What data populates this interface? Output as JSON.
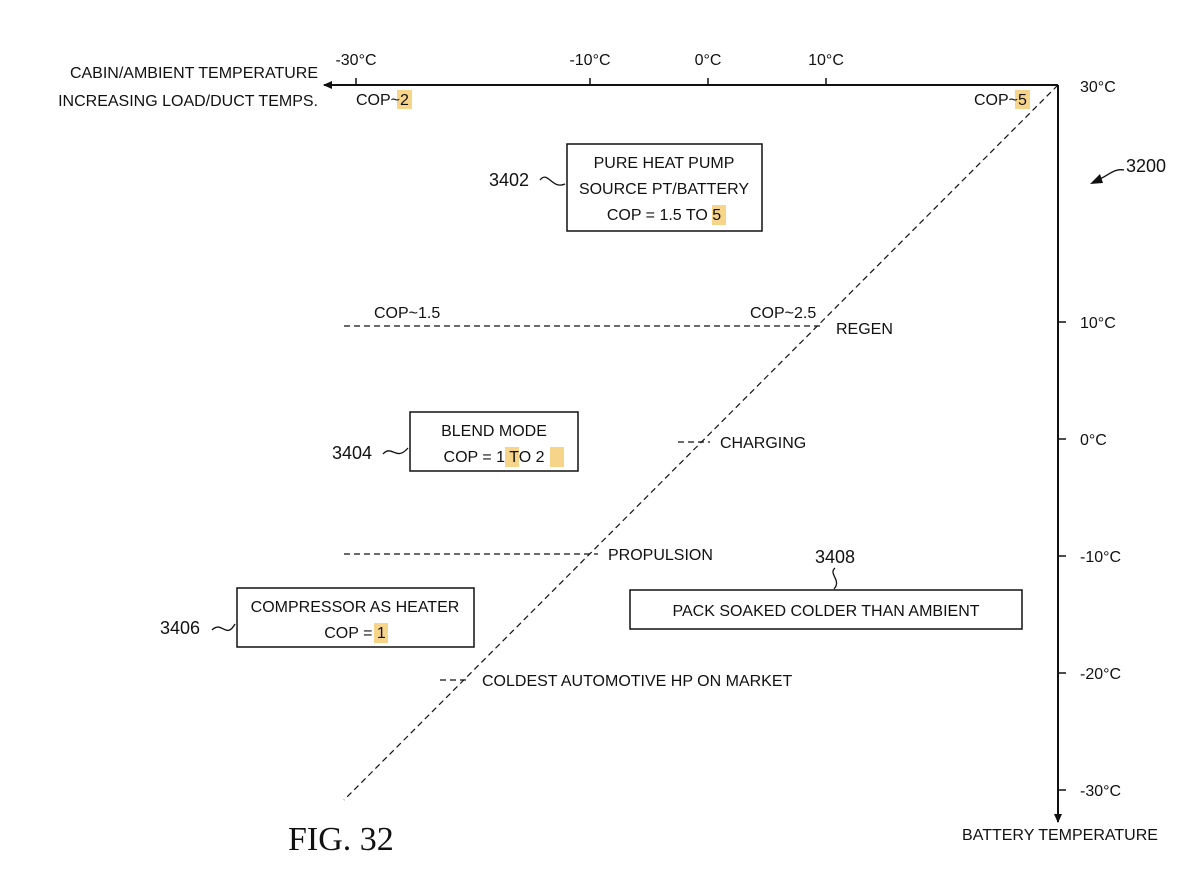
{
  "figure": {
    "caption": "FIG. 32",
    "ref": "3200",
    "highlight_color": "#f6d58a",
    "line_color": "#111111"
  },
  "axes": {
    "x": {
      "label_line1": "CABIN/AMBIENT TEMPERATURE",
      "label_line2": "INCREASING LOAD/DUCT TEMPS.",
      "ticks": [
        "-30°C",
        "-10°C",
        "0°C",
        "10°C"
      ]
    },
    "y": {
      "label": "BATTERY TEMPERATURE",
      "ticks": [
        "30°C",
        "10°C",
        "0°C",
        "-10°C",
        "-20°C",
        "-30°C"
      ]
    }
  },
  "cop": {
    "left_prefix": "COP~",
    "left_value": "2",
    "right_prefix": "COP~",
    "right_value": "5",
    "regen_left": "COP~1.5",
    "regen_right": "COP~2.5"
  },
  "events": {
    "regen": "REGEN",
    "charging": "CHARGING",
    "propulsion": "PROPULSION",
    "coldest": "COLDEST AUTOMOTIVE HP ON MARKET"
  },
  "boxes": {
    "b3402": {
      "ref": "3402",
      "line1": "PURE HEAT PUMP",
      "line2": "SOURCE PT/BATTERY",
      "line3_prefix": "COP = 1.5 TO ",
      "line3_hl": "5"
    },
    "b3404": {
      "ref": "3404",
      "line1": "BLEND MODE",
      "line2_prefix": "COP = ",
      "line2_hl1": "1",
      "line2_mid": " TO ",
      "line2_hl2": "2"
    },
    "b3406": {
      "ref": "3406",
      "line1": "COMPRESSOR AS HEATER",
      "line2_prefix": "COP = ",
      "line2_hl": "1"
    },
    "b3408": {
      "ref": "3408",
      "line1": "PACK SOAKED COLDER THAN AMBIENT"
    }
  }
}
